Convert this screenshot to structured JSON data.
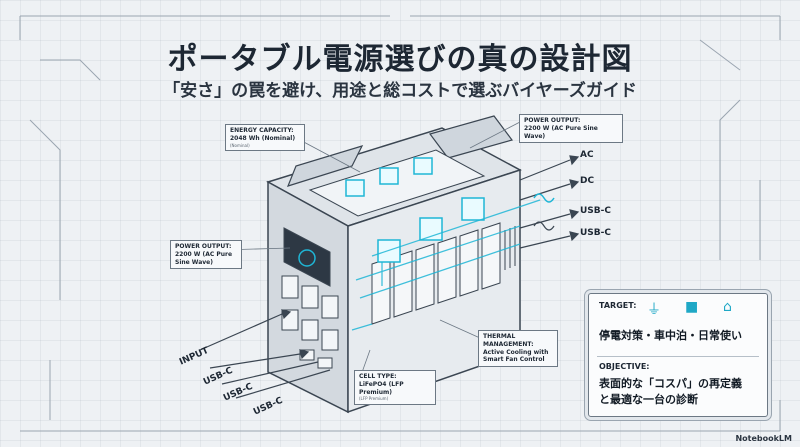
{
  "title": "ポータブル電源選びの真の設計図",
  "subtitle": "「安さ」の罠を避け、用途と総コストで選ぶバイヤーズガイド",
  "labels": {
    "energy": {
      "heading": "ENERGY CAPACITY:",
      "value": "2048 Wh (Nominal)",
      "note": "(Nominal)"
    },
    "power_top": {
      "heading": "POWER OUTPUT:",
      "value": "2200 W (AC Pure Sine Wave)"
    },
    "power_left": {
      "heading": "POWER OUTPUT:",
      "value": "2200 W (AC Pure Sine Wave)"
    },
    "thermal": {
      "heading": "THERMAL MANAGEMENT:",
      "value": "Active Cooling with Smart Fan Control"
    },
    "cell": {
      "heading": "CELL TYPE:",
      "value": "LiFePO4 (LFP Premium)",
      "note": "(LFP Premium)"
    }
  },
  "outputs": {
    "ac": "AC",
    "dc": "DC",
    "usbc1": "USB-C",
    "usbc2": "USB-C"
  },
  "inputs": {
    "input": "INPUT",
    "usbc1": "USB-C",
    "usbc2": "USB-C",
    "usbc3": "USB-C"
  },
  "panel": {
    "target_heading": "TARGET:",
    "target_text": "停電対策・車中泊・日常使い",
    "objective_heading": "OBJECTIVE:",
    "objective_line1": "表面的な「コスパ」の再定義",
    "objective_line2": "と最適な一台の診断",
    "icons": [
      "plug-icon",
      "camper-van-icon",
      "home-icon"
    ]
  },
  "watermark": "NotebookLM",
  "colors": {
    "accent": "#1fb6d6",
    "line": "#3b4652",
    "background": "#eef1f4"
  }
}
